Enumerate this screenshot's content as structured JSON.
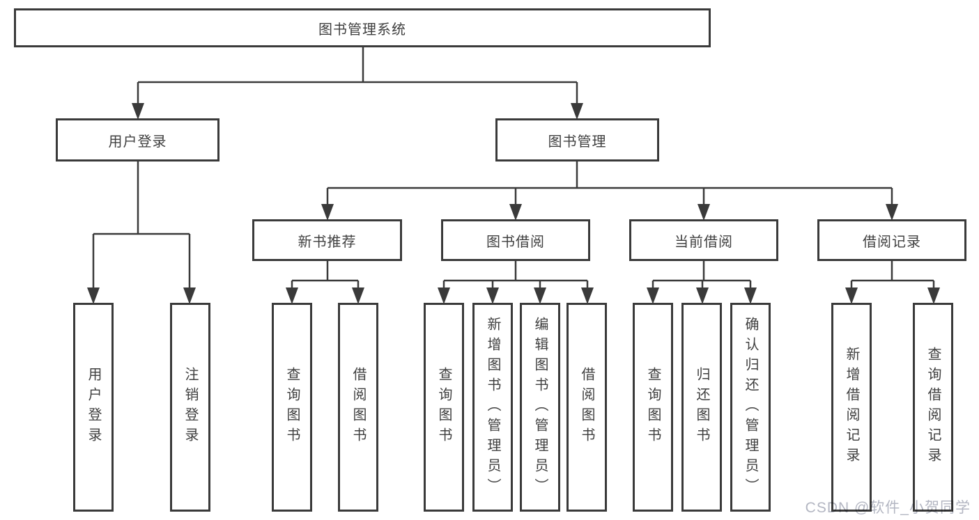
{
  "diagram_title": "图书管理系统",
  "tree": {
    "root": "图书管理系统",
    "branches": [
      {
        "label": "用户登录",
        "children": [
          "用户登录",
          "注销登录"
        ]
      },
      {
        "label": "图书管理",
        "children": [
          {
            "label": "新书推荐",
            "children": [
              "查询图书",
              "借阅图书"
            ]
          },
          {
            "label": "图书借阅",
            "children": [
              "查询图书",
              "新增图书（管理员）",
              "编辑图书（管理员）",
              "借阅图书"
            ]
          },
          {
            "label": "当前借阅",
            "children": [
              "查询图书",
              "归还图书",
              "确认归还（管理员）"
            ]
          },
          {
            "label": "借阅记录",
            "children": [
              "新增借阅记录",
              "查询借阅记录"
            ]
          }
        ]
      }
    ]
  },
  "watermark": "CSDN @软件_小贺同学",
  "colors": {
    "background": "#ffffff",
    "line": "#3a3a3a",
    "border": "#3a3a3a",
    "text": "#3f3f3f",
    "watermark": "#b3b6c2"
  }
}
